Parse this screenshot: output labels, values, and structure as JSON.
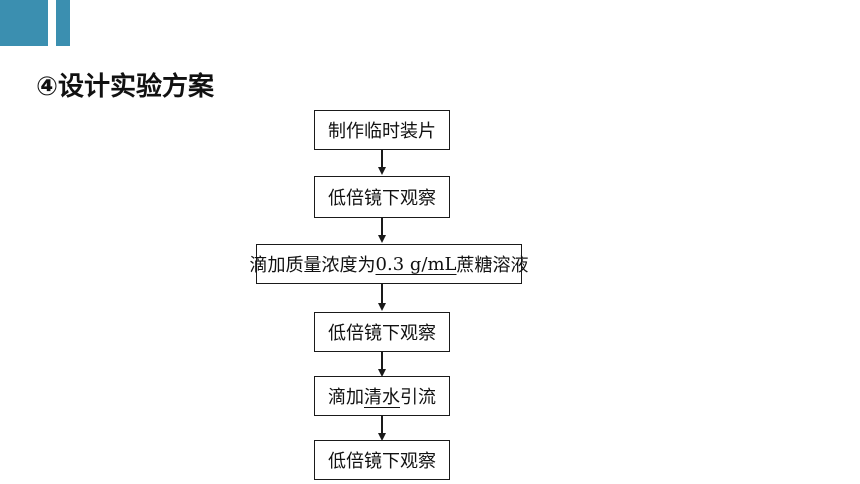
{
  "heading": "④设计实验方案",
  "colors": {
    "accent": "#3b8fb0",
    "line": "#1a1a1a"
  },
  "flowchart": {
    "steps": [
      {
        "pre": "制作临时装片",
        "ul": "",
        "post": ""
      },
      {
        "pre": "低倍镜下观察",
        "ul": "",
        "post": ""
      },
      {
        "pre": "滴加质量浓度为",
        "ul": "0.3 g/mL",
        "post": "蔗糖溶液"
      },
      {
        "pre": "低倍镜下观察",
        "ul": "",
        "post": ""
      },
      {
        "pre": "滴加",
        "ul": "清水",
        "post": "引流"
      },
      {
        "pre": "低倍镜下观察",
        "ul": "",
        "post": ""
      }
    ]
  }
}
